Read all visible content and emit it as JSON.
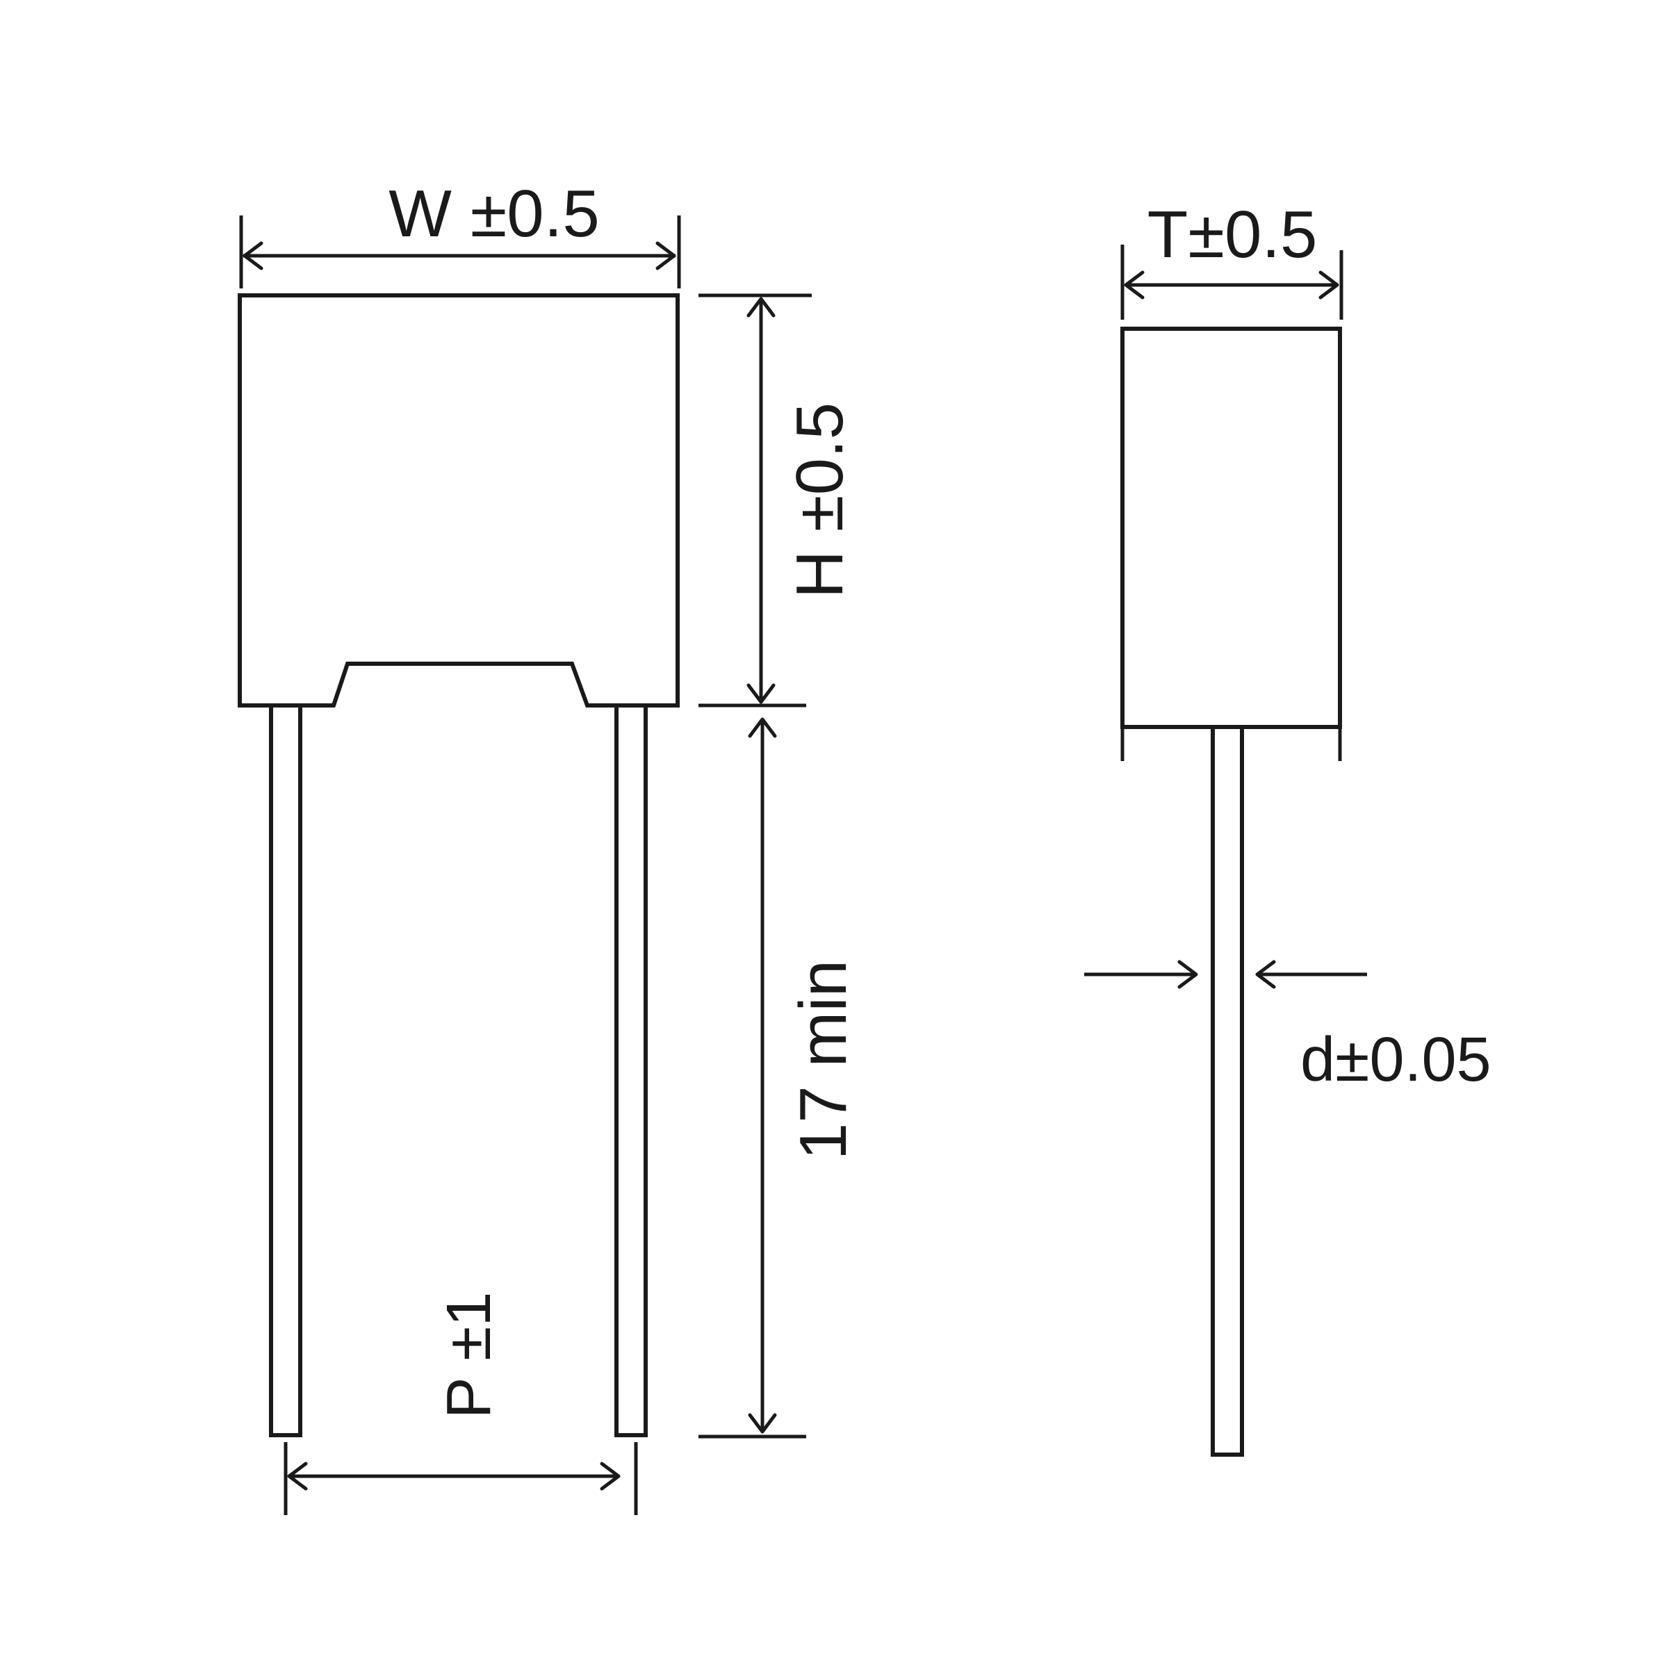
{
  "front_view": {
    "width_label": "W ±0.5",
    "height_label": "H ±0.5",
    "lead_length_label": "17 min",
    "pitch_label": "P ±1"
  },
  "side_view": {
    "thickness_label": "T±0.5",
    "lead_diameter_label": "d±0.05"
  },
  "colors": {
    "line": "#1a1a1a",
    "background": "#ffffff"
  }
}
